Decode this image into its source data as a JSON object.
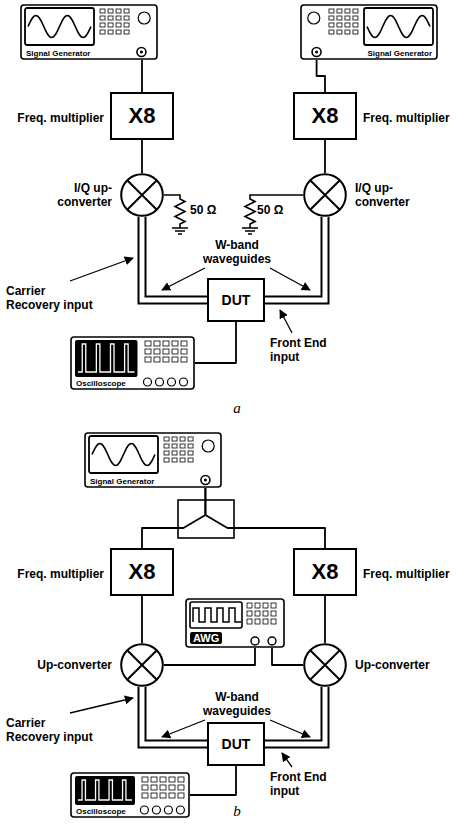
{
  "diagram": {
    "nodes": [
      {
        "text": [
          "Signal Generator"
        ]
      },
      {
        "text": [
          "Signal Generator"
        ]
      },
      {
        "text": [
          "X8",
          "Freq. multiplier"
        ]
      },
      {
        "text": [
          "X8",
          "Freq. multiplier"
        ]
      },
      {
        "text": [
          "I/Q up-converter"
        ]
      },
      {
        "text": [
          "I/Q up-converter"
        ]
      },
      {
        "text": [
          "DUT"
        ]
      },
      {
        "text": [
          "Oscilloscope"
        ]
      },
      {
        "text": [
          "Signal Generator"
        ]
      },
      {
        "text": [
          "X8",
          "Freq. multiplier"
        ]
      },
      {
        "text": [
          "X8",
          "Freq. multiplier"
        ]
      },
      {
        "text": [
          "AWG"
        ]
      },
      {
        "text": [
          "Up-converter"
        ]
      },
      {
        "text": [
          "Up-converter"
        ]
      },
      {
        "text": [
          "DUT"
        ]
      },
      {
        "text": [
          "Oscilloscope"
        ]
      }
    ],
    "edges": [
      {
        "from": 0,
        "to": 2,
        "arrow": "none"
      },
      {
        "from": 1,
        "to": 3,
        "arrow": "none"
      },
      {
        "from": 2,
        "to": 4,
        "arrow": "none"
      },
      {
        "from": 3,
        "to": 5,
        "arrow": "none"
      },
      {
        "from": 4,
        "to": 6,
        "arrow": "none"
      },
      {
        "from": 5,
        "to": 6,
        "arrow": "none"
      },
      {
        "from": 6,
        "to": 7,
        "arrow": "none"
      },
      {
        "from": 8,
        "to": 9,
        "arrow": "none"
      },
      {
        "from": 8,
        "to": 10,
        "arrow": "none"
      },
      {
        "from": 9,
        "to": 12,
        "arrow": "none"
      },
      {
        "from": 10,
        "to": 13,
        "arrow": "none"
      },
      {
        "from": 11,
        "to": 12,
        "arrow": "none"
      },
      {
        "from": 11,
        "to": 13,
        "arrow": "none"
      },
      {
        "from": 12,
        "to": 14,
        "arrow": "none"
      },
      {
        "from": 13,
        "to": 14,
        "arrow": "none"
      },
      {
        "from": 14,
        "to": 15,
        "arrow": "none"
      }
    ],
    "labels": [
      "50 Ω",
      "50 Ω",
      "W-band waveguides",
      "Carrier Recovery input",
      "Front End input",
      "a",
      "W-band waveguides",
      "Carrier Recovery input",
      "Front End input",
      "b"
    ]
  }
}
